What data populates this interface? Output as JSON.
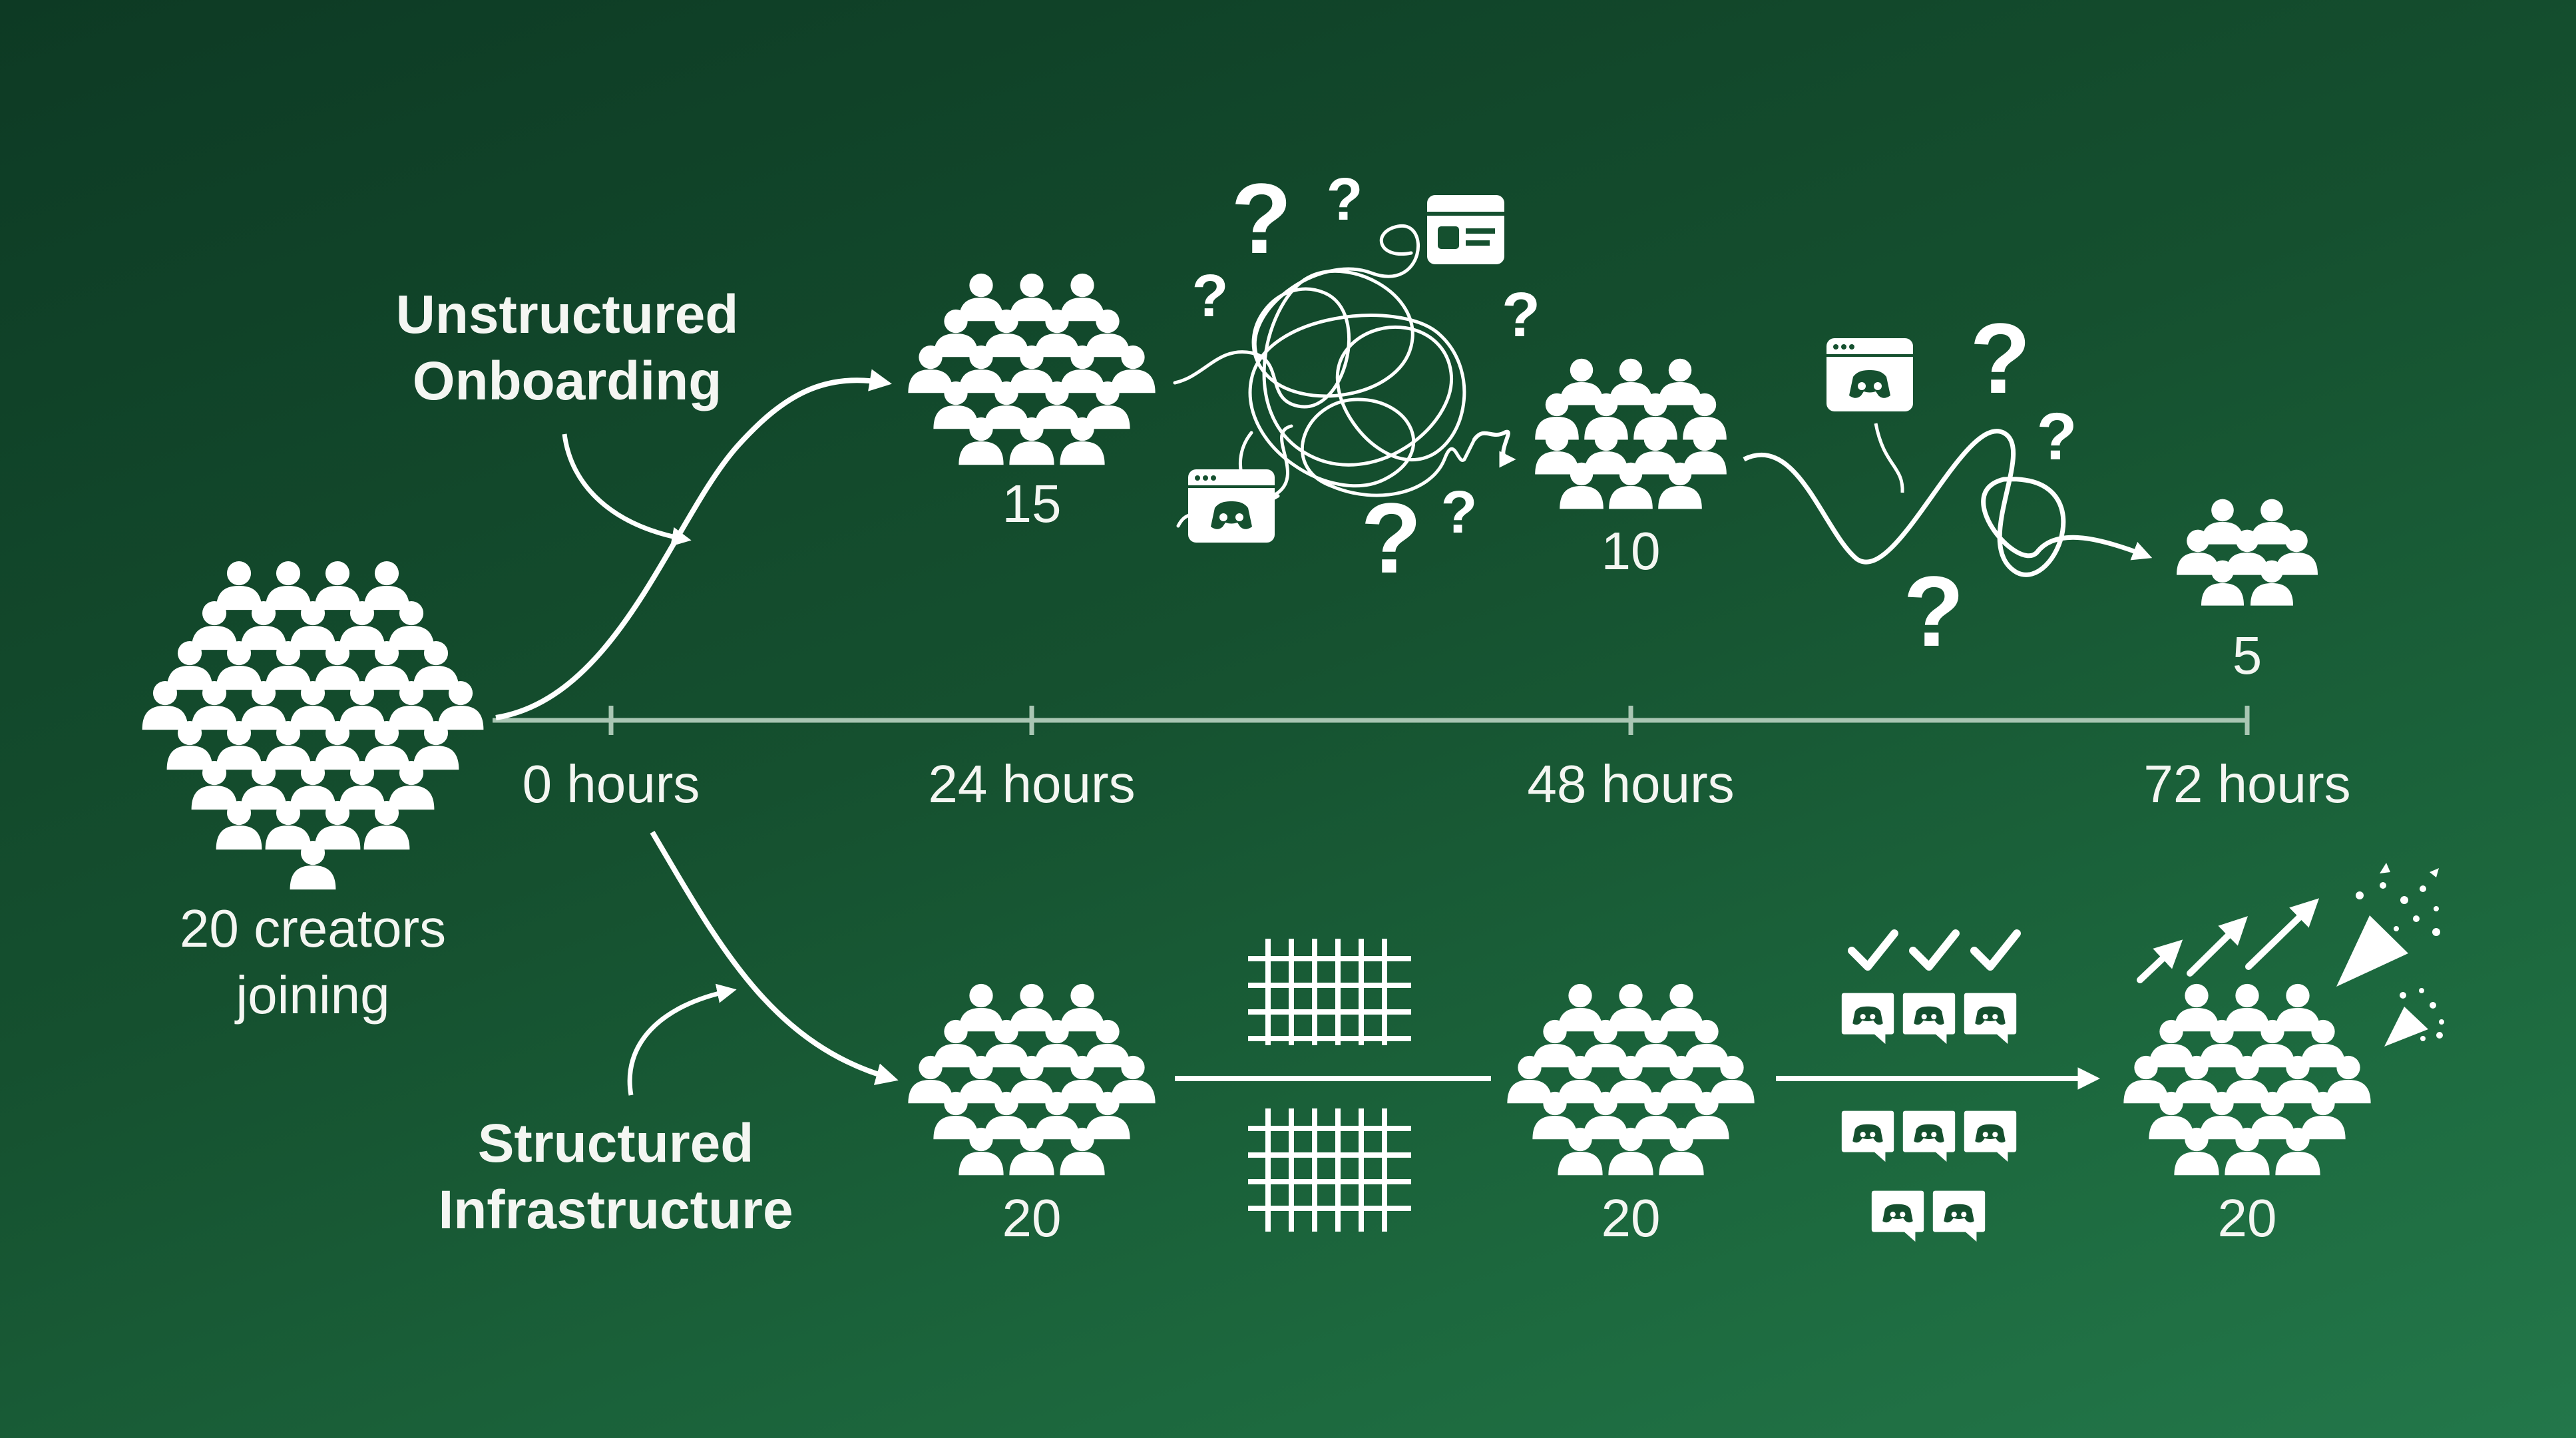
{
  "branches": {
    "unstructured": "Unstructured Onboarding",
    "structured": "Structured Infrastructure"
  },
  "source": {
    "label": "20 creators joining"
  },
  "timeline": [
    "0 hours",
    "24 hours",
    "48 hours",
    "72 hours"
  ],
  "unstructured_counts": [
    "15",
    "10",
    "5"
  ],
  "structured_counts": [
    "20",
    "20",
    "20"
  ],
  "colors": {
    "background": "#15502f",
    "foreground": "#ffffff",
    "axis": "#a9c6b3"
  },
  "icons": [
    "people-group-icon",
    "question-mark-icon",
    "tangle-icon",
    "discord-window-icon",
    "id-card-icon",
    "grid-icon",
    "discord-chat-icon",
    "check-icon",
    "growth-arrow-icon",
    "party-popper-icon"
  ]
}
